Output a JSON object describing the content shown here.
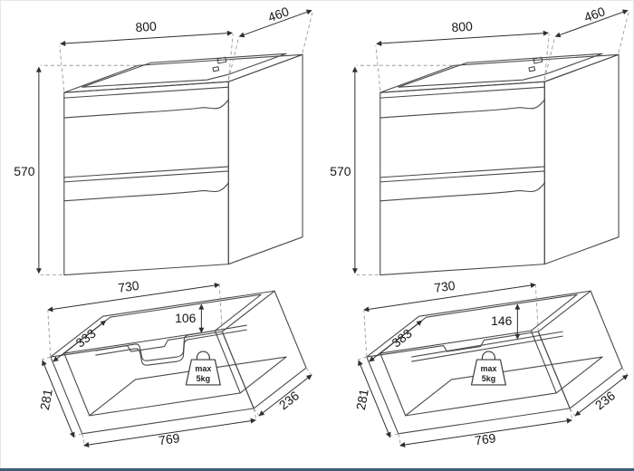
{
  "page": {
    "bottom_bar_style": "background:#3d5c78"
  },
  "cabinet_left": {
    "width": "800",
    "depth": "460",
    "height": "570"
  },
  "cabinet_right": {
    "width": "800",
    "depth": "460",
    "height": "570"
  },
  "drawer_left": {
    "top_width": "730",
    "back_cutout_height": "106",
    "inner_depth": "333",
    "front_height": "281",
    "bottom_width": "769",
    "side_depth": "236",
    "max_load": {
      "icon": "weight-icon",
      "line1": "max",
      "line2": "5kg"
    }
  },
  "drawer_right": {
    "top_width": "730",
    "back_height": "146",
    "inner_depth": "383",
    "front_height": "281",
    "bottom_width": "769",
    "side_depth": "236",
    "max_load": {
      "icon": "weight-icon",
      "line1": "max",
      "line2": "5kg"
    }
  }
}
